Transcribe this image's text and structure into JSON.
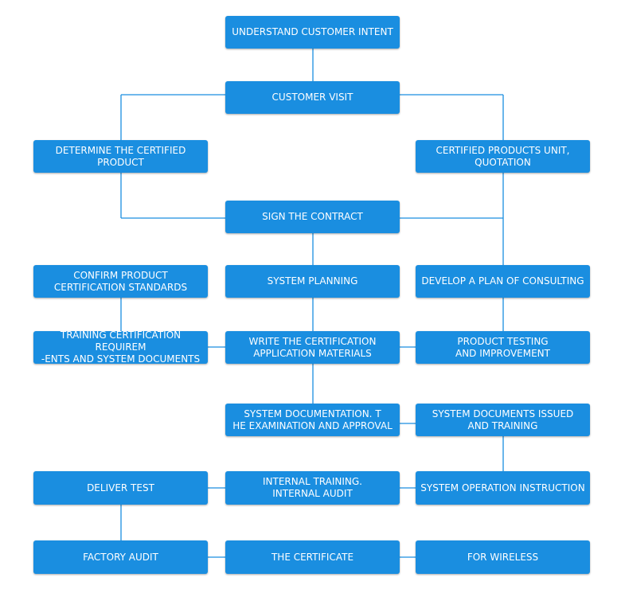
{
  "colors": {
    "node_fill": "#1a8ee0",
    "node_text": "#ffffff",
    "connector": "#1a8ee0",
    "background": "#ffffff"
  },
  "nodes": {
    "understand_intent": "UNDERSTAND CUSTOMER INTENT",
    "customer_visit": "CUSTOMER VISIT",
    "determine_product": "DETERMINE THE CERTIFIED\nPRODUCT",
    "certified_unit_quotation": "CERTIFIED PRODUCTS UNIT,\nQUOTATION",
    "sign_contract": "SIGN THE CONTRACT",
    "confirm_standards": "CONFIRM PRODUCT\nCERTIFICATION STANDARDS",
    "system_planning": "SYSTEM PLANNING",
    "consulting_plan": "DEVELOP A PLAN OF CONSULTING",
    "training_requirements": "TRAINING CERTIFICATION REQUIREM\n-ENTS AND SYSTEM DOCUMENTS",
    "write_materials": "WRITE THE CERTIFICATION\nAPPLICATION MATERIALS",
    "product_testing": "PRODUCT TESTING\nAND IMPROVEMENT",
    "system_documentation": "SYSTEM DOCUMENTATION. T\nHE EXAMINATION AND APPROVAL",
    "documents_issued": "SYSTEM DOCUMENTS ISSUED\nAND TRAINING",
    "deliver_test": "DELIVER TEST",
    "internal_training": "INTERNAL TRAINING.\nINTERNAL AUDIT",
    "operation_instruction": "SYSTEM OPERATION INSTRUCTION",
    "factory_audit": "FACTORY AUDIT",
    "the_certificate": "THE CERTIFICATE",
    "for_wireless": "FOR WIRELESS"
  }
}
